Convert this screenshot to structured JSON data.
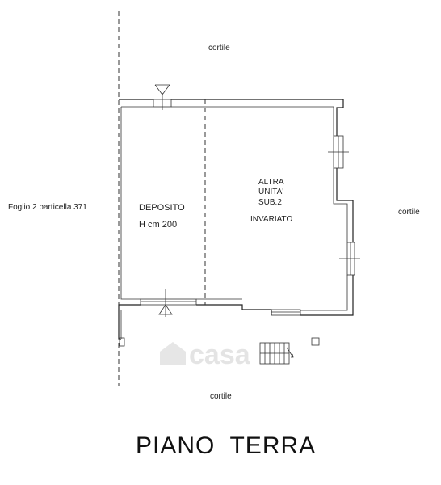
{
  "labels": {
    "cortile_top": "cortile",
    "cortile_right": "cortile",
    "cortile_bottom": "cortile",
    "parcel": "Foglio 2 particella 371",
    "room_left_name": "DEPOSITO",
    "room_left_height": "H cm 200",
    "room_right_line1": "ALTRA",
    "room_right_line2": "UNITA'",
    "room_right_line3": "SUB.2",
    "room_right_line4": "INVARIATO",
    "watermark": "casa",
    "title": "PIANO  TERRA"
  },
  "colors": {
    "line": "#222222",
    "watermark": "#e4e4e4"
  }
}
